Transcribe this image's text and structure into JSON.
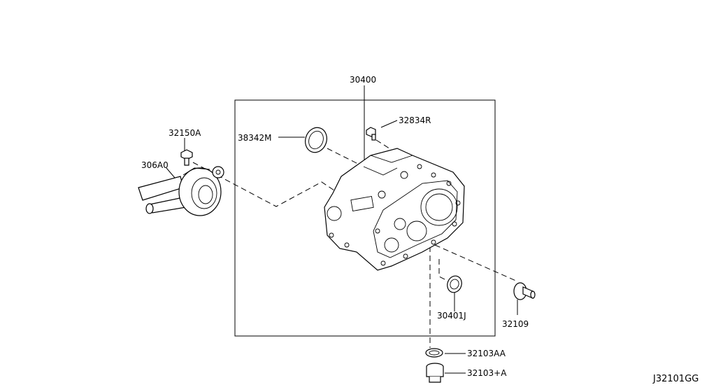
{
  "diagram_code": "J32101GG",
  "labels": {
    "p30400": "30400",
    "p32150A": "32150A",
    "p306A0": "306A0",
    "p38342M": "38342M",
    "p32834R": "32834R",
    "p30401J": "30401J",
    "p32109": "32109",
    "p32103AA": "32103AA",
    "p32103A": "32103+A"
  }
}
